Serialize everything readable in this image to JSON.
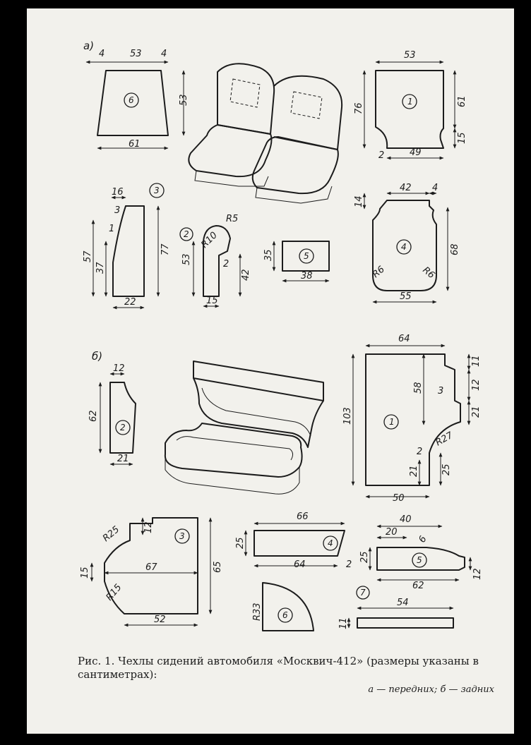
{
  "figure": {
    "section_a": "а)",
    "section_b": "б)",
    "caption_line1": "Рис. 1. Чехлы сидений автомобиля «Москвич-412» (размеры указаны в сантиметрах):",
    "caption_line2": "а — передних; б — задних"
  },
  "parts_a": {
    "p6": {
      "num": "6",
      "top": "53",
      "left": "4",
      "right": "4",
      "height": "53",
      "bottom": "61"
    },
    "p1": {
      "num": "1",
      "top": "53",
      "h_left": "76",
      "h_right": "61",
      "notch": "15",
      "corner": "2",
      "bottom": "49"
    },
    "p3": {
      "num": "3",
      "top": "16",
      "d1": "3",
      "d2": "1",
      "h_outer": "57",
      "h_inner": "37",
      "h_right": "77",
      "bottom": "22"
    },
    "p2": {
      "num": "2",
      "r_small": "R5",
      "r_big": "R10",
      "h_left": "53",
      "d": "2",
      "h_right": "42",
      "bottom": "15"
    },
    "p5": {
      "num": "5",
      "h": "35",
      "w": "38"
    },
    "p4": {
      "num": "4",
      "top": "42",
      "left": "14",
      "right": "4",
      "h": "68",
      "r_left": "R6",
      "r_right": "R6",
      "bottom": "55"
    }
  },
  "parts_b": {
    "p2": {
      "num": "2",
      "top": "12",
      "h": "62",
      "bottom": "21"
    },
    "p1": {
      "num": "1",
      "top": "64",
      "h_total": "103",
      "h_mid": "58",
      "s1": "11",
      "s2": "12",
      "s3": "21",
      "d3": "3",
      "r": "R27",
      "d2": "2",
      "h_low": "21",
      "h_25": "25",
      "bottom": "50"
    },
    "p3": {
      "num": "3",
      "r_top": "R25",
      "notch": "12",
      "left": "15",
      "mid": "67",
      "r_bot": "R15",
      "h": "65",
      "bottom": "52"
    },
    "p4": {
      "num": "4",
      "top": "66",
      "h": "25",
      "bottom": "64",
      "d": "2"
    },
    "p5": {
      "num": "5",
      "top": "40",
      "top2": "20",
      "d": "6",
      "h": "25",
      "bottom": "62",
      "right": "12"
    },
    "p6": {
      "num": "6",
      "r": "R33"
    },
    "p7": {
      "num": "7",
      "top": "54",
      "h": "11"
    }
  }
}
